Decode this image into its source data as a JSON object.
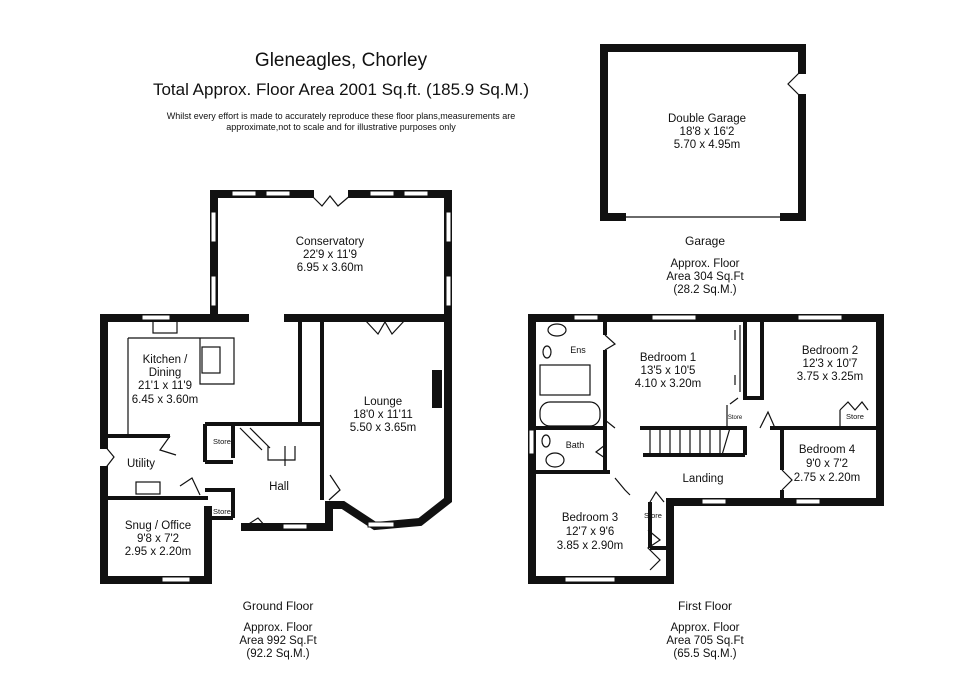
{
  "header": {
    "title": "Gleneagles, Chorley",
    "subtitle": "Total Approx. Floor Area 2001 Sq.ft. (185.9 Sq.M.)",
    "disclaimer_line1": "Whilst every effort is made to accurately reproduce these floor plans,measurements are",
    "disclaimer_line2": "approximate,not to scale and for illustrative purposes only"
  },
  "garage": {
    "room": {
      "name": "Double Garage",
      "imperial": "18'8 x 16'2",
      "metric": "5.70 x 4.95m"
    },
    "label": "Garage",
    "area_line1": "Approx. Floor",
    "area_line2": "Area 304 Sq.Ft",
    "area_line3": "(28.2 Sq.M.)"
  },
  "ground_floor": {
    "label": "Ground Floor",
    "area_line1": "Approx. Floor",
    "area_line2": "Area 992 Sq.Ft",
    "area_line3": "(92.2 Sq.M.)",
    "rooms": {
      "conservatory": {
        "name": "Conservatory",
        "imperial": "22'9 x 11'9",
        "metric": "6.95 x 3.60m"
      },
      "kitchen": {
        "name1": "Kitchen /",
        "name2": "Dining",
        "imperial": "21'1 x 11'9",
        "metric": "6.45 x 3.60m"
      },
      "lounge": {
        "name": "Lounge",
        "imperial": "18'0 x 11'11",
        "metric": "5.50 x 3.65m"
      },
      "store_upper": {
        "name": "Store"
      },
      "utility": {
        "name": "Utility"
      },
      "hall": {
        "name": "Hall"
      },
      "store_lower": {
        "name": "Store"
      },
      "snug": {
        "name": "Snug / Office",
        "imperial": "9'8 x 7'2",
        "metric": "2.95 x 2.20m"
      }
    }
  },
  "first_floor": {
    "label": "First Floor",
    "area_line1": "Approx. Floor",
    "area_line2": "Area 705 Sq.Ft",
    "area_line3": "(65.5 Sq.M.)",
    "rooms": {
      "ensuite": {
        "name": "Ens"
      },
      "bedroom1": {
        "name": "Bedroom 1",
        "imperial": "13'5 x 10'5",
        "metric": "4.10 x 3.20m"
      },
      "bedroom1_store": {
        "name": "Store"
      },
      "bedroom2": {
        "name": "Bedroom 2",
        "imperial": "12'3 x 10'7",
        "metric": "3.75 x 3.25m"
      },
      "bedroom2_store": {
        "name": "Store"
      },
      "bath": {
        "name": "Bath"
      },
      "bedroom4": {
        "name": "Bedroom 4",
        "imperial": "9'0 x 7'2",
        "metric": "2.75 x 2.20m"
      },
      "landing": {
        "name": "Landing"
      },
      "landing_store": {
        "name": "Store"
      },
      "bedroom3": {
        "name": "Bedroom 3",
        "imperial": "12'7 x 9'6",
        "metric": "3.85 x 2.90m"
      }
    }
  }
}
